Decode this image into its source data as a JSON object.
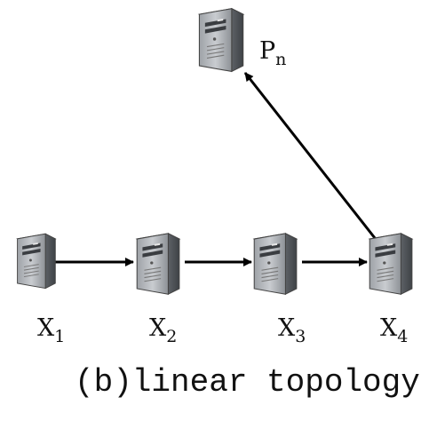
{
  "nodes": [
    {
      "id": "X1",
      "base": "X",
      "sub": "1"
    },
    {
      "id": "X2",
      "base": "X",
      "sub": "2"
    },
    {
      "id": "X3",
      "base": "X",
      "sub": "3"
    },
    {
      "id": "X4",
      "base": "X",
      "sub": "4"
    },
    {
      "id": "Pn",
      "base": "P",
      "sub": "n"
    }
  ],
  "edges": [
    {
      "from": "X1",
      "to": "X2"
    },
    {
      "from": "X2",
      "to": "X3"
    },
    {
      "from": "X3",
      "to": "X4"
    },
    {
      "from": "X4",
      "to": "Pn"
    }
  ],
  "caption": "(b)linear topology",
  "icon": "server-icon",
  "colors": {
    "server_front": "#b9bcc0",
    "server_side": "#6f7378",
    "server_top": "#dfe1e4",
    "line": "#000000"
  }
}
